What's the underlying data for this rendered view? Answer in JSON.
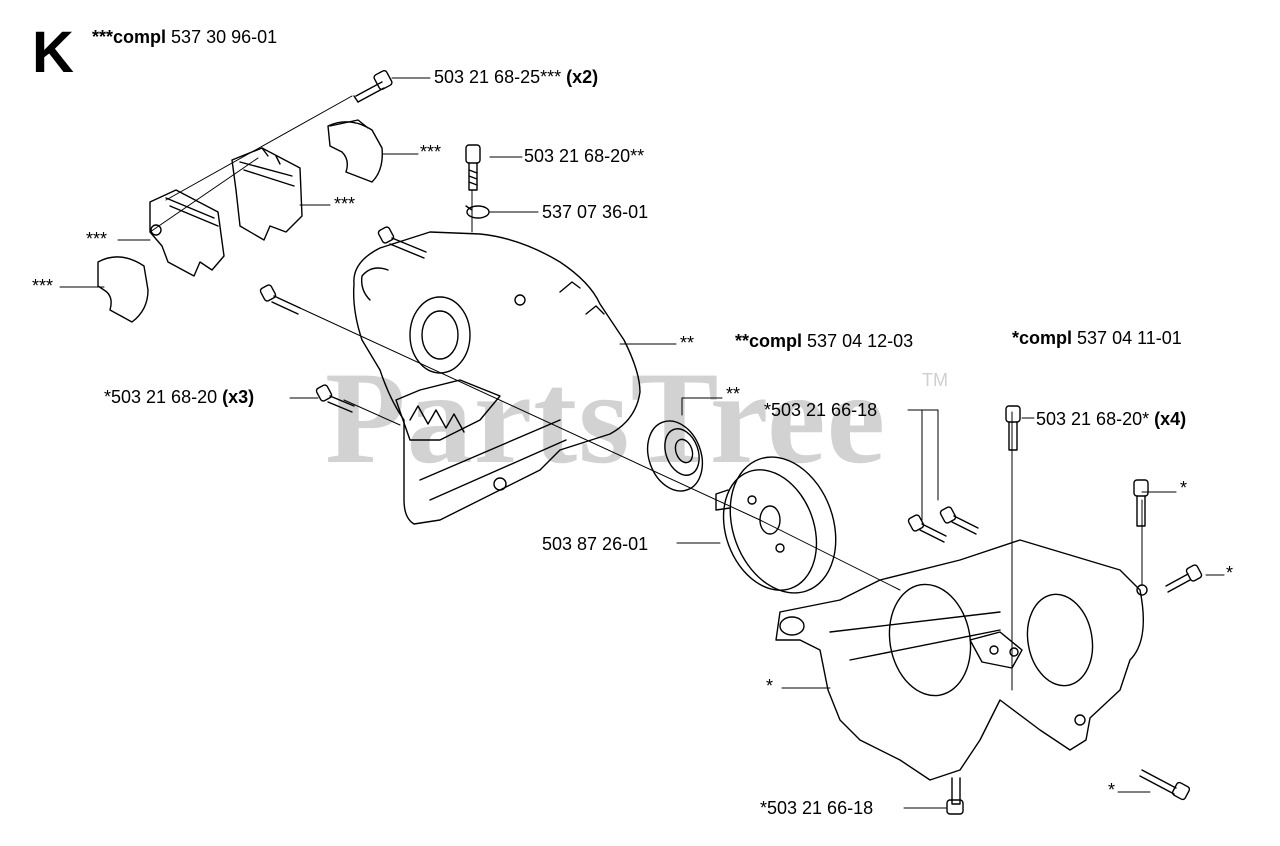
{
  "section_letter": "K",
  "watermark": {
    "text": "PartsTree",
    "tm": "TM"
  },
  "assemblies": [
    {
      "prefix": "***compl",
      "part": "537 30 96-01"
    },
    {
      "prefix": "**compl",
      "part": "537 04 12-03"
    },
    {
      "prefix": "*compl",
      "part": "537 04 11-01"
    }
  ],
  "callouts": [
    {
      "text": "503 21 68-25***",
      "qty": "(x2)"
    },
    {
      "text": "***"
    },
    {
      "text": "503 21 68-20**"
    },
    {
      "text": "***"
    },
    {
      "text": "537 07 36-01"
    },
    {
      "text": "***"
    },
    {
      "text": "***"
    },
    {
      "text": "**"
    },
    {
      "text": "*503 21 68-20",
      "qty": "(x3)"
    },
    {
      "text": "**"
    },
    {
      "text": "*503 21 66-18"
    },
    {
      "text": "503 21 68-20*",
      "qty": "(x4)"
    },
    {
      "text": "*"
    },
    {
      "text": "*"
    },
    {
      "text": "503 87 26-01"
    },
    {
      "text": "*"
    },
    {
      "text": "*"
    },
    {
      "text": "*503 21 66-18"
    }
  ]
}
